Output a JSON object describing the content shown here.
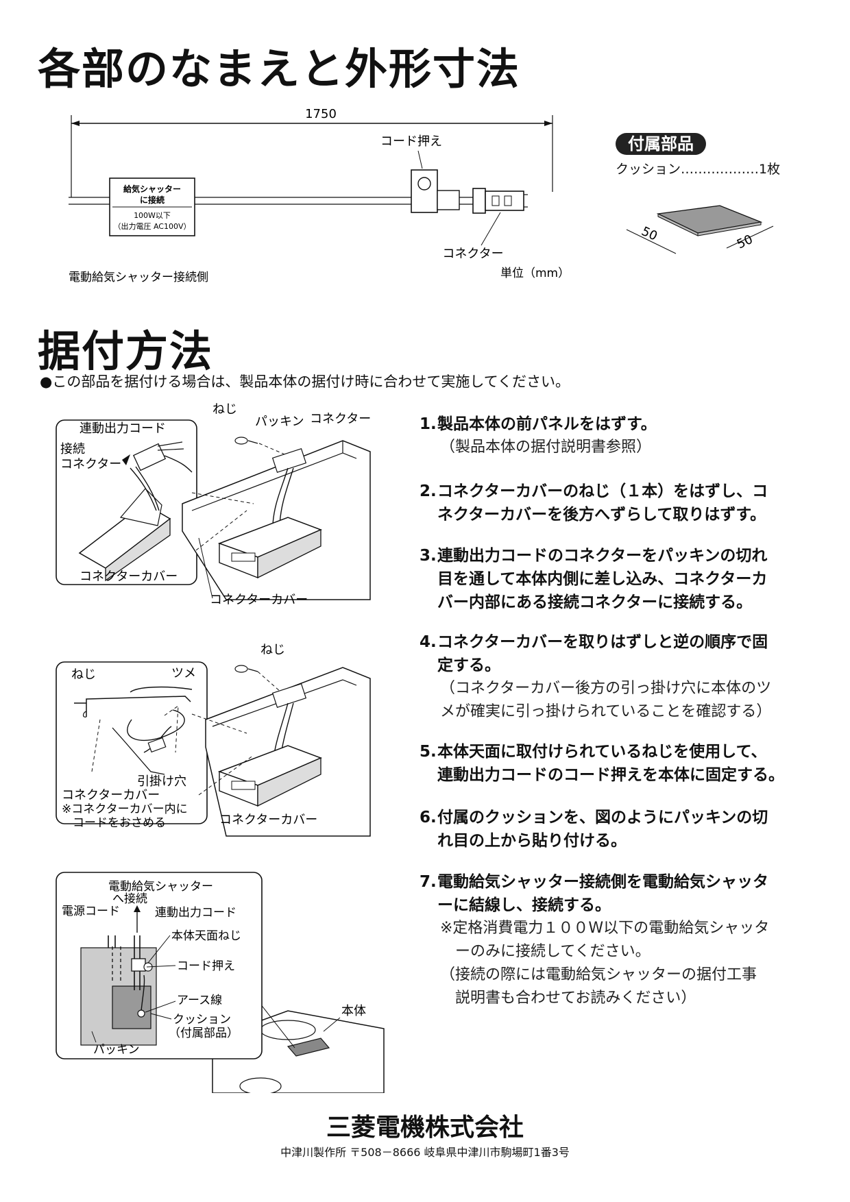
{
  "section1": {
    "title": "各部のなまえと外形寸法",
    "dim_length": "1750",
    "label_cord_clamp": "コード押え",
    "tag_line1": "給気シャッター",
    "tag_line2": "に接続",
    "tag_line3": "100W以下",
    "tag_line4": "（出力電圧 AC100V）",
    "label_connector": "コネクター",
    "label_shutter_side": "電動給気シャッター接続側",
    "unit": "単位（mm）"
  },
  "accessory": {
    "badge": "付属部品",
    "item": "クッション………………1枚",
    "dim_a": "50",
    "dim_b": "50"
  },
  "section2": {
    "title": "据付方法",
    "note": "●この部品を据付ける場合は、製品本体の据付け時に合わせて実施してください。"
  },
  "fig1": {
    "screw": "ねじ",
    "packing": "パッキン",
    "connector": "コネクター",
    "interlock_cord": "連動出力コード",
    "joint_connector_1": "接続",
    "joint_connector_2": "コネクター",
    "cover_inset": "コネクターカバー",
    "cover_main": "コネクターカバー"
  },
  "fig2": {
    "screw_main": "ねじ",
    "screw_inset": "ねじ",
    "claw": "ツメ",
    "hook_hole": "引掛け穴",
    "cover_inset": "コネクターカバー",
    "note_1": "※コネクターカバー内に",
    "note_2": "コードをおさめる",
    "cover_main": "コネクターカバー"
  },
  "fig3": {
    "to_shutter_1": "電動給気シャッター",
    "to_shutter_2": "へ接続",
    "power_cord": "電源コード",
    "interlock_cord": "連動出力コード",
    "top_screw": "本体天面ねじ",
    "cord_clamp": "コード押え",
    "earth": "アース線",
    "cushion_1": "クッション",
    "cushion_2": "（付属部品）",
    "packing": "パッキン",
    "body": "本体"
  },
  "steps": [
    {
      "num": "1.",
      "lines": [
        "製品本体の前パネルをはずす。"
      ],
      "sub": [
        "（製品本体の据付説明書参照）"
      ]
    },
    {
      "num": "2.",
      "lines": [
        "コネクターカバーのねじ（１本）をはずし、コ",
        "ネクターカバーを後方へずらして取りはずす。"
      ],
      "sub": []
    },
    {
      "num": "3.",
      "lines": [
        "連動出力コードのコネクターをパッキンの切れ",
        "目を通して本体内側に差し込み、コネクターカ",
        "バー内部にある接続コネクターに接続する。"
      ],
      "sub": []
    },
    {
      "num": "4.",
      "lines": [
        "コネクターカバーを取りはずしと逆の順序で固",
        "定する。"
      ],
      "sub": [
        "（コネクターカバー後方の引っ掛け穴に本体のツ",
        "メが確実に引っ掛けられていることを確認する）"
      ]
    },
    {
      "num": "5.",
      "lines": [
        "本体天面に取付けられているねじを使用して、",
        "連動出力コードのコード押えを本体に固定する。"
      ],
      "sub": []
    },
    {
      "num": "6.",
      "lines": [
        "付属のクッションを、図のようにパッキンの切",
        "れ目の上から貼り付ける。"
      ],
      "sub": []
    },
    {
      "num": "7.",
      "lines": [
        "電動給気シャッター接続側を電動給気シャッタ",
        "ーに結線し、接続する。"
      ],
      "sub": [
        "※定格消費電力１００W以下の電動給気シャッタ",
        "ーのみに接続してください。",
        "（接続の際には電動給気シャッターの据付工事",
        "説明書も合わせてお読みください）"
      ]
    }
  ],
  "footer": {
    "company": "三菱電機株式会社",
    "address": "中津川製作所 〒508－8666 岐阜県中津川市駒場町1番3号"
  }
}
